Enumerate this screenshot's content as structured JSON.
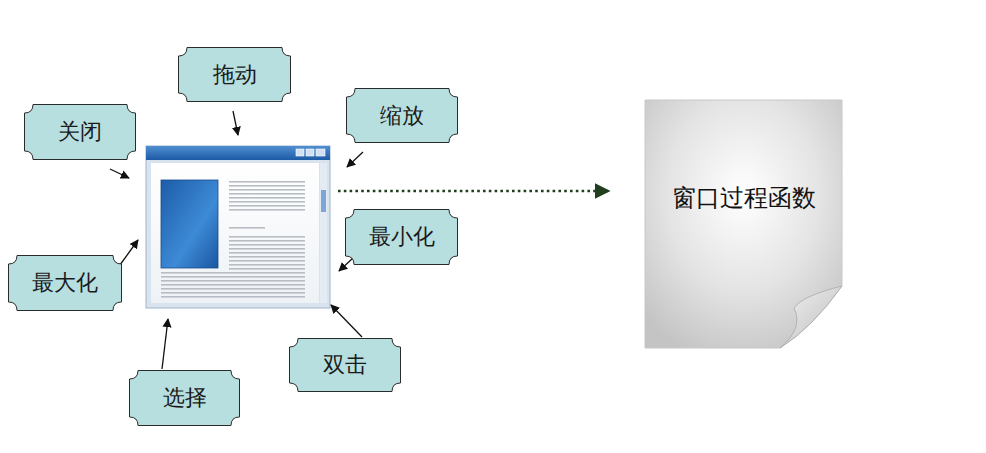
{
  "diagram": {
    "nodes": [
      {
        "text": [
          "拖动"
        ]
      },
      {
        "text": [
          "关闭"
        ]
      },
      {
        "text": [
          "缩放"
        ]
      },
      {
        "text": [
          "最小化"
        ]
      },
      {
        "text": [
          "最大化"
        ]
      },
      {
        "text": [
          "双击"
        ]
      },
      {
        "text": [
          "选择"
        ]
      },
      {
        "text": [
          "窗口过程函数"
        ]
      }
    ]
  }
}
